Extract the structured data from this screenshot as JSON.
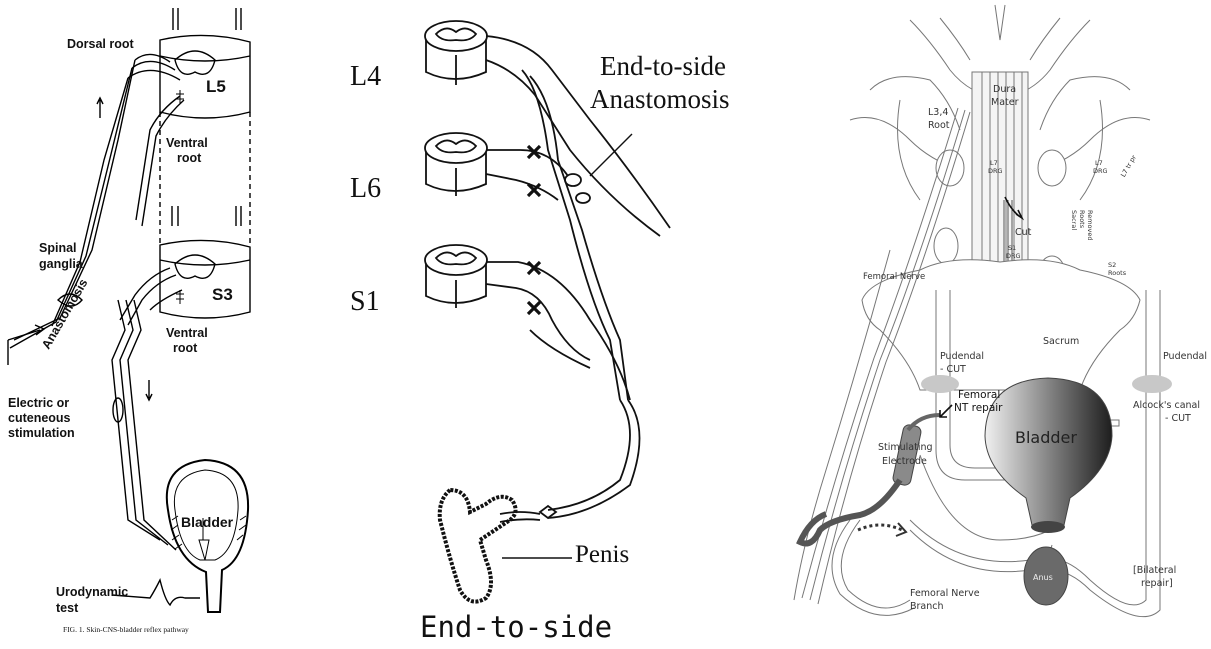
{
  "panel_left": {
    "labels": {
      "dorsal_root": "Dorsal root",
      "l5": "L5",
      "ventral_root_top_1": "Ventral",
      "ventral_root_top_2": "root",
      "spinal_ganglia_1": "Spinal",
      "spinal_ganglia_2": "ganglia",
      "s3": "S3",
      "anastomosis": "Anastomosis",
      "ventral_root_bottom_1": "Ventral",
      "ventral_root_bottom_2": "root",
      "stimulation_1": "Electric or",
      "stimulation_2": "cuteneous",
      "stimulation_3": "stimulation",
      "bladder": "Bladder",
      "urodynamic_1": "Urodynamic",
      "urodynamic_2": "test",
      "caption": "FIG. 1. Skin-CNS-bladder reflex pathway"
    }
  },
  "panel_middle": {
    "labels": {
      "l4": "L4",
      "l6": "L6",
      "s1": "S1",
      "anastomosis_1": "End-to-side",
      "anastomosis_2": "Anastomosis",
      "penis": "Penis",
      "caption": "End-to-side"
    }
  },
  "panel_right": {
    "labels": {
      "dura_1": "Dura",
      "dura_2": "Mater",
      "root_l34_1": "L3,4",
      "root_l34_2": "Root",
      "l7_drg_left_1": "L7",
      "l7_drg_left_2": "DRG",
      "l7_drg_right_1": "L7",
      "l7_drg_right_2": "DRG",
      "l7_tr_pr": "L7 tr pr",
      "cut_top": "Cut",
      "s1_drg_1": "S1",
      "s1_drg_2": "DRG",
      "sacral_roots_1": "Sacral",
      "sacral_roots_2": "Roots",
      "sacral_roots_3": "Removed",
      "s2_roots_1": "S2",
      "s2_roots_2": "Roots",
      "femoral_nerve": "Femoral Nerve",
      "sacrum": "Sacrum",
      "pudendal_left_1": "Pudendal",
      "pudendal_left_2": "- CUT",
      "pudendal_right": "Pudendal",
      "femoral_nt_1": "Femoral",
      "femoral_nt_2": "NT repair",
      "alcock_1": "Alcock's canal",
      "alcock_2": "- CUT",
      "bladder": "Bladder",
      "electrode_1": "Stimulating",
      "electrode_2": "Electrode",
      "anus": "Anus",
      "bilateral_1": "[Bilateral",
      "bilateral_2": "repair]",
      "femoral_branch_1": "Femoral Nerve",
      "femoral_branch_2": "Branch"
    },
    "colors": {
      "bladder_dark": "#1e1e1e",
      "anus": "#6a6a6a",
      "shadow": "#c8c8c8"
    }
  }
}
